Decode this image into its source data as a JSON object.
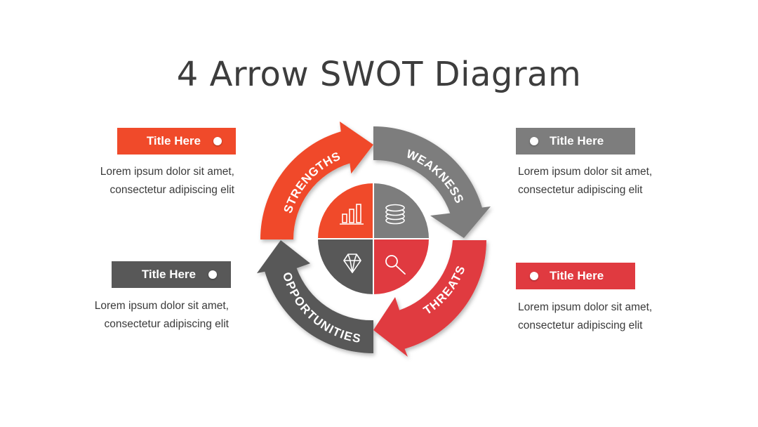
{
  "title": "4 Arrow SWOT Diagram",
  "colors": {
    "orange": "#f04a2a",
    "gray": "#7d7d7d",
    "dark_gray": "#585858",
    "red": "#e03a40"
  },
  "arrows": [
    {
      "label": "STRENGTHS",
      "color": "#f04a2a"
    },
    {
      "label": "WEAKNESS",
      "color": "#7d7d7d"
    },
    {
      "label": "THREATS",
      "color": "#e03a40"
    },
    {
      "label": "OPPORTUNITIES",
      "color": "#585858"
    }
  ],
  "center_icons": [
    {
      "name": "bar-chart-icon",
      "color": "#f04a2a"
    },
    {
      "name": "coins-stack-icon",
      "color": "#7d7d7d"
    },
    {
      "name": "diamond-icon",
      "color": "#585858"
    },
    {
      "name": "magnifier-icon",
      "color": "#e03a40"
    }
  ],
  "cards": {
    "top_left": {
      "title": "Title Here",
      "line1": "Lorem ipsum dolor sit amet,",
      "line2": "consectetur adipiscing elit",
      "color": "#f04a2a"
    },
    "top_right": {
      "title": "Title Here",
      "line1": "Lorem ipsum dolor sit amet,",
      "line2": "consectetur adipiscing elit",
      "color": "#7d7d7d"
    },
    "bottom_left": {
      "title": "Title Here",
      "line1": "Lorem ipsum dolor sit amet,",
      "line2": "consectetur adipiscing elit",
      "color": "#585858"
    },
    "bottom_right": {
      "title": "Title Here",
      "line1": "Lorem ipsum dolor sit amet,",
      "line2": "consectetur adipiscing elit",
      "color": "#e03a40"
    }
  }
}
